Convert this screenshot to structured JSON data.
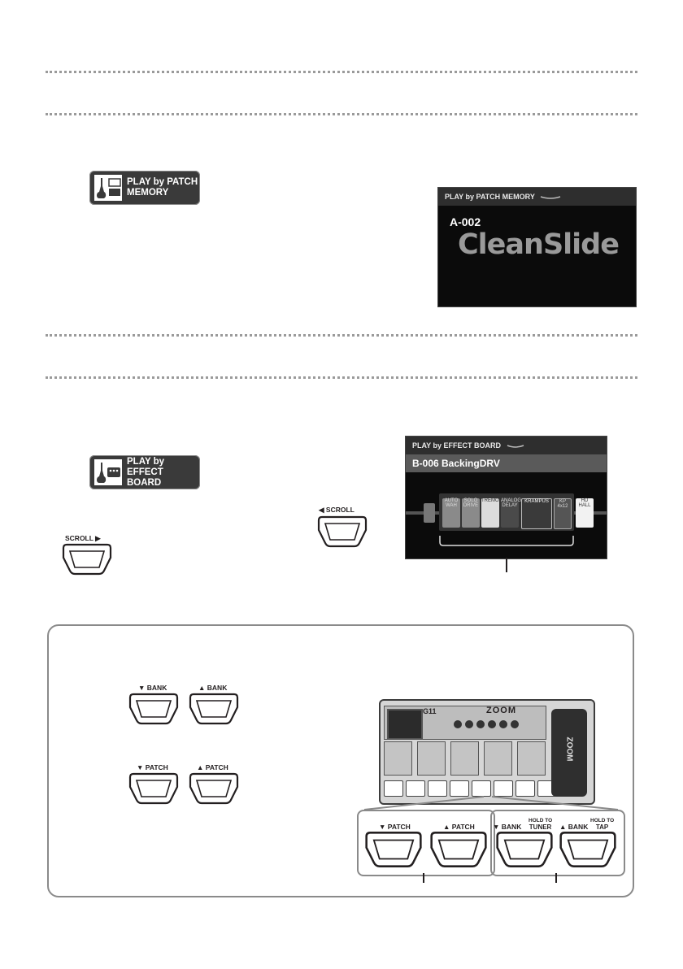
{
  "patch_memory_section": {
    "badge_label_line1": "PLAY by PATCH",
    "badge_label_line2": "MEMORY",
    "screen": {
      "header": "PLAY by PATCH MEMORY",
      "patch_number": "A-002",
      "patch_name": "CleanSlide"
    }
  },
  "effect_board_section": {
    "badge_label_line1": "PLAY by",
    "badge_label_line2": "EFFECT BOARD",
    "scroll_left_label": "SCROLL",
    "scroll_right_label": "SCROLL",
    "screen": {
      "header": "PLAY by EFFECT BOARD",
      "patch_title": "B-006 BackingDRV",
      "effects": [
        "AUTO WAH",
        "SOLO DRIVE",
        "TREMOLO",
        "ANALOG DELAY",
        "KRAMPUS",
        "KP 4x12",
        "HD HALL"
      ]
    }
  },
  "callout": {
    "switches": {
      "bank_down": "BANK",
      "bank_up": "BANK",
      "patch_down": "PATCH",
      "patch_up": "PATCH"
    },
    "device": {
      "model": "G11",
      "brand": "ZOOM",
      "pedal_logo": "ZOOM"
    },
    "zoom_switches": {
      "patch_down": "PATCH",
      "patch_up": "PATCH",
      "bank_down": "BANK",
      "tuner_hold_line1": "HOLD TO",
      "tuner_hold_line2": "TUNER",
      "bank_up": "BANK",
      "tap_hold_line1": "HOLD TO",
      "tap_hold_line2": "TAP"
    }
  },
  "colors": {
    "badge_bg": "#3a3a3a",
    "screen_bg": "#0b0b0b",
    "patch_name_color": "#9a9a9a",
    "divider": "#9a9a9a"
  }
}
